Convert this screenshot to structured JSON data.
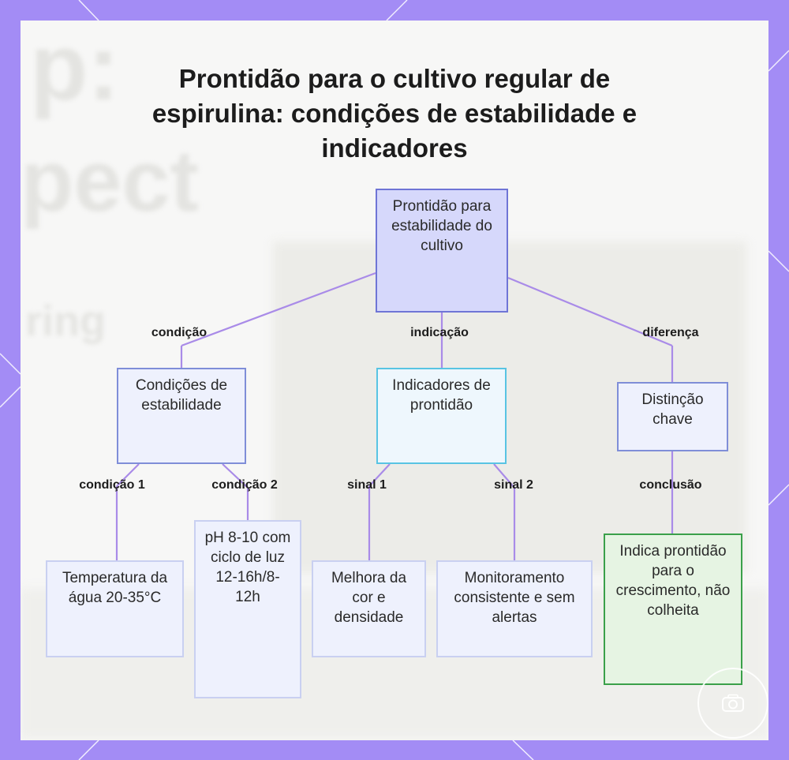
{
  "title": "Prontidão para o cultivo regular de espirulina: condições de estabilidade e indicadores",
  "nodes": {
    "root": "Prontidão para estabilidade do cultivo",
    "stability": "Condições de estabilidade",
    "indicators": "Indicadores de prontidão",
    "distinction": "Distinção chave",
    "temperature": "Temperatura da água 20-35°C",
    "ph_light": "pH 8-10 com ciclo de luz 12-16h/8-12h",
    "color_density": "Melhora da cor e densidade",
    "monitoring": "Monitoramento consistente e sem alertas",
    "conclusion": "Indica prontidão para o crescimento, não colheita"
  },
  "edges": {
    "condicao": "condição",
    "indicacao": "indicação",
    "diferenca": "diferença",
    "condicao1": "condição 1",
    "condicao2": "condição 2",
    "sinal1": "sinal 1",
    "sinal2": "sinal 2",
    "conclusao": "conclusão"
  },
  "colors": {
    "frame": "#a38cf5",
    "connector": "#a98be8",
    "root_fill": "#d6d8fb",
    "green_border": "#3aa04a",
    "cyan_border": "#58c4e3"
  }
}
